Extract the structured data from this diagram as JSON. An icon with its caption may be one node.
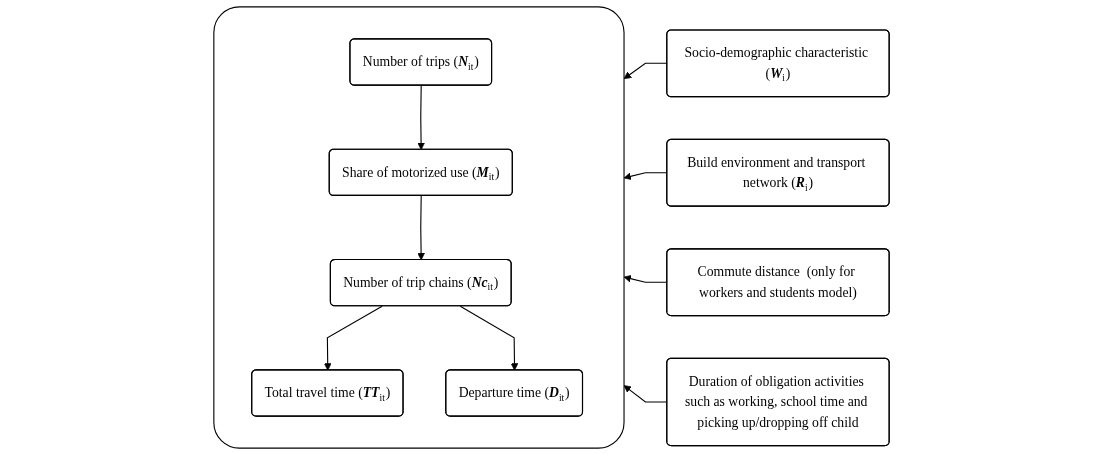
{
  "diagram": {
    "nodes": [
      {
        "text": [],
        "shape": "box"
      },
      {
        "text": [
          "Number of trips (*N*$_{it}$)"
        ],
        "in": 0
      },
      {
        "text": [
          "Share of motorized use (*M*$_{it}$)"
        ],
        "in": 0
      },
      {
        "text": [
          "Number of trip chains (*Nc*$_{it}$)"
        ],
        "in": 0
      },
      {
        "text": [
          "Total travel time (*TT*$_{it}$)"
        ],
        "in": 0
      },
      {
        "text": [
          "Departure time (*D*$_{it}$)"
        ],
        "in": 0
      },
      {
        "text": [
          "Socio-demographic characteristic (*W*$_{i}$)"
        ]
      },
      {
        "text": [
          "Build environment and transport network (*R*$_{i}$)"
        ]
      },
      {
        "text": [
          "Commute distance  (only for workers and students model)"
        ]
      },
      {
        "text": [
          "Duration of obligation activities such as working, school time and picking up/dropping off child"
        ]
      }
    ],
    "edges": [
      {
        "from": 1,
        "to": 2,
        "arrow": "to"
      },
      {
        "from": 2,
        "to": 3,
        "arrow": "to"
      },
      {
        "from": 3,
        "to": 4,
        "arrow": "to"
      },
      {
        "from": 3,
        "to": 5,
        "arrow": "to"
      },
      {
        "from": 6,
        "to": 0,
        "arrow": "to"
      },
      {
        "from": 7,
        "to": 0,
        "arrow": "to"
      },
      {
        "from": 8,
        "to": 0,
        "arrow": "to"
      },
      {
        "from": 9,
        "to": 0,
        "arrow": "to"
      }
    ]
  }
}
